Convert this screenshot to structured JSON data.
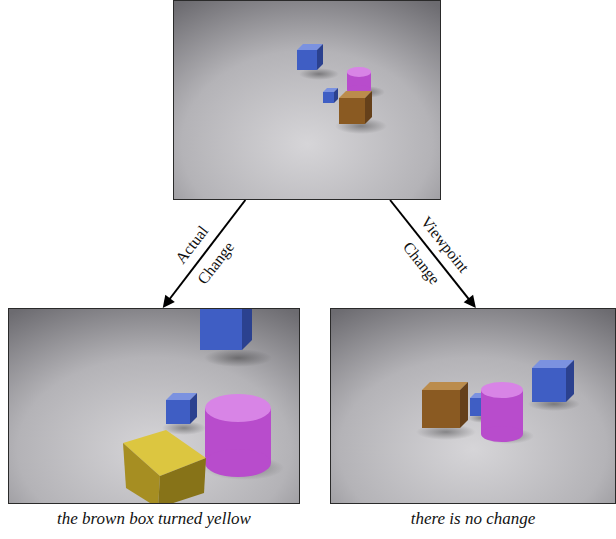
{
  "diagram": {
    "nodes": [
      {
        "text": []
      },
      {
        "text": [
          "the brown box turned yellow"
        ]
      },
      {
        "text": [
          "there is no change"
        ]
      }
    ],
    "edges": [
      {
        "from": 0,
        "to": 1,
        "arrow": "to",
        "label": "Actual Change"
      },
      {
        "from": 0,
        "to": 2,
        "arrow": "to",
        "label": "Viewpoint Change"
      }
    ]
  }
}
